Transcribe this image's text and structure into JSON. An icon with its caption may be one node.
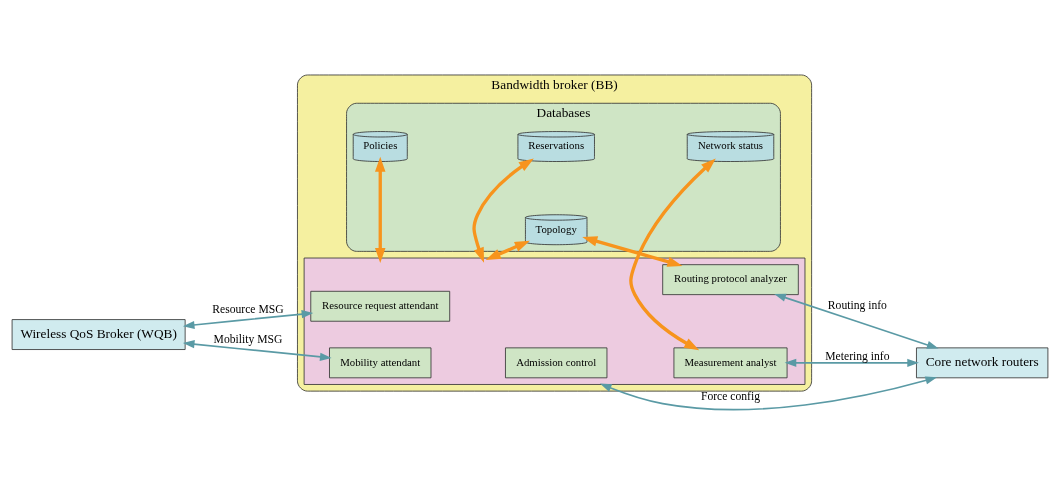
{
  "diagram": {
    "nodes": [
      {
        "text": [
          "Wireless QoS Broker (WQB)"
        ]
      },
      {
        "text": [
          "Bandwidth broker (BB)"
        ]
      },
      {
        "text": [
          "Databases"
        ],
        "in": 1
      },
      {
        "text": [
          "Policies"
        ],
        "in": 2
      },
      {
        "text": [
          "Reservations"
        ],
        "in": 2
      },
      {
        "text": [
          "Network status"
        ],
        "in": 2
      },
      {
        "text": [
          "Topology"
        ],
        "in": 2
      },
      {
        "text": [],
        "shape": "box",
        "in": 1
      },
      {
        "text": [
          "Resource request attendant"
        ],
        "in": 7
      },
      {
        "text": [
          "Routing protocol analyzer"
        ],
        "in": 7
      },
      {
        "text": [
          "Admission control"
        ],
        "in": 7
      },
      {
        "text": [
          "Mobility attendant"
        ],
        "in": 7
      },
      {
        "text": [
          "Measurement analyst"
        ],
        "in": 7
      },
      {
        "text": [
          "Core network routers"
        ]
      }
    ],
    "edges": [
      {
        "from": 7,
        "to": 3,
        "arrow": "both",
        "style": "thick",
        "color": "#f7941d"
      },
      {
        "from": 7,
        "to": 4,
        "arrow": "both",
        "style": "thick",
        "color": "#f7941d"
      },
      {
        "from": 7,
        "to": 6,
        "arrow": "both",
        "style": "thick",
        "color": "#f7941d"
      },
      {
        "from": 9,
        "to": 6,
        "arrow": "both",
        "style": "thick",
        "color": "#f7941d"
      },
      {
        "from": 12,
        "to": 5,
        "arrow": "both",
        "style": "thick",
        "color": "#f7941d"
      },
      {
        "from": 0,
        "to": 8,
        "arrow": "both",
        "label": "Resource MSG",
        "color": "#5a9aa5"
      },
      {
        "from": 0,
        "to": 11,
        "arrow": "both",
        "label": "Mobility MSG",
        "color": "#5a9aa5"
      },
      {
        "from": 9,
        "to": 13,
        "arrow": "both",
        "label": "Routing info",
        "color": "#5a9aa5"
      },
      {
        "from": 7,
        "to": 13,
        "arrow": "both",
        "label": "Force config",
        "color": "#5a9aa5"
      },
      {
        "from": 12,
        "to": 13,
        "arrow": "both",
        "label": "Metering info",
        "color": "#5a9aa5"
      }
    ]
  }
}
